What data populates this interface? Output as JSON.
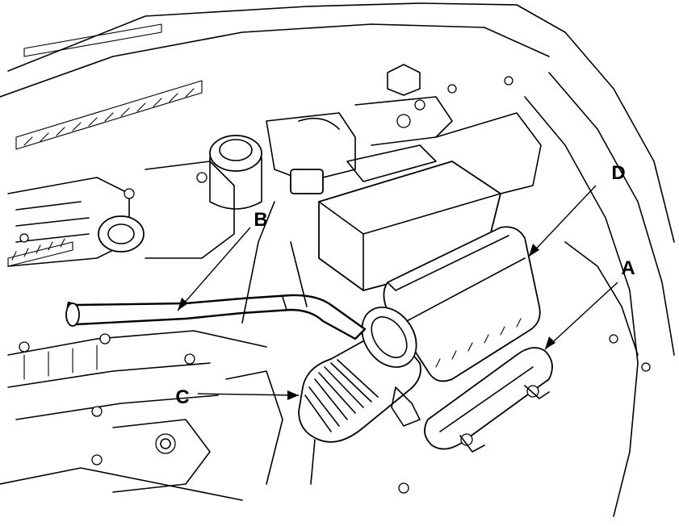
{
  "diagram": {
    "callouts": [
      {
        "id": "A",
        "label": "A"
      },
      {
        "id": "B",
        "label": "B"
      },
      {
        "id": "C",
        "label": "C"
      },
      {
        "id": "D",
        "label": "D"
      }
    ]
  }
}
